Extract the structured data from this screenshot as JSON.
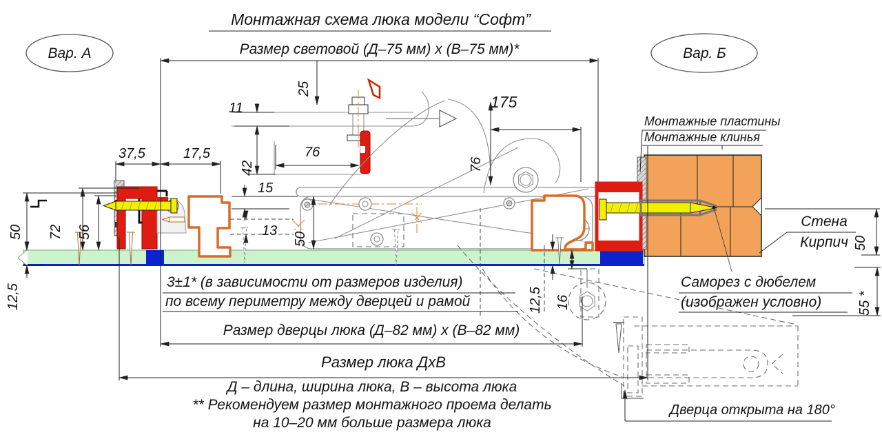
{
  "title": "Монтажная схема люка модели “Софт”",
  "variants": {
    "a": "Вар. А",
    "b": "Вар. Б"
  },
  "dimensions": {
    "light_size": "Размер световой (Д–75 мм) х (В–75 мм)*",
    "door_size": "Размер дверцы люка (Д–82 мм) х (В–82 мм)",
    "hatch_size": "Размер люка ДхВ",
    "d37_5": "37,5",
    "d17_5": "17,5",
    "d25": "25",
    "d11": "11",
    "d42": "42",
    "d76_top": "76",
    "d175": "175",
    "d76_mid": "76",
    "d15": "15",
    "d13": "13",
    "d50_mid": "50",
    "d50_left": "50",
    "d72": "72",
    "d56": "56",
    "d12_5_left": "12,5",
    "d12_5_right": "12,5",
    "d16": "16",
    "d50_right": "50",
    "d55": "55 *"
  },
  "annotations": {
    "mounting_plates": "Монтажные пластины",
    "mounting_wedges": "Монтажные клинья",
    "wall_line1": "Стена",
    "wall_line2": "Кирпич",
    "screw_line1": "Саморез с дюбелем",
    "screw_line2": "(изображен условно)",
    "gap_line1": "3±1* (в зависимости от размеров изделия)",
    "gap_line2": "по всему периметру между дверцей и рамой",
    "note_line1": "Д – длина, ширина люка, В – высота люка",
    "note_line2": "** Рекомендуем размер монтажного проема делать",
    "note_line3": "на 10–20 мм больше размера люка",
    "door_open": "Дверца открыта на 180°"
  },
  "colors": {
    "frame_red": "#dd1d12",
    "profile_orange": "#d96b28",
    "screw_yellow": "#f2ef00",
    "brick": "#f2a259",
    "drywall_green": "#cdf3cd",
    "wedge_blue": "#0a23cc",
    "mech_gray": "#8e8e8e"
  }
}
